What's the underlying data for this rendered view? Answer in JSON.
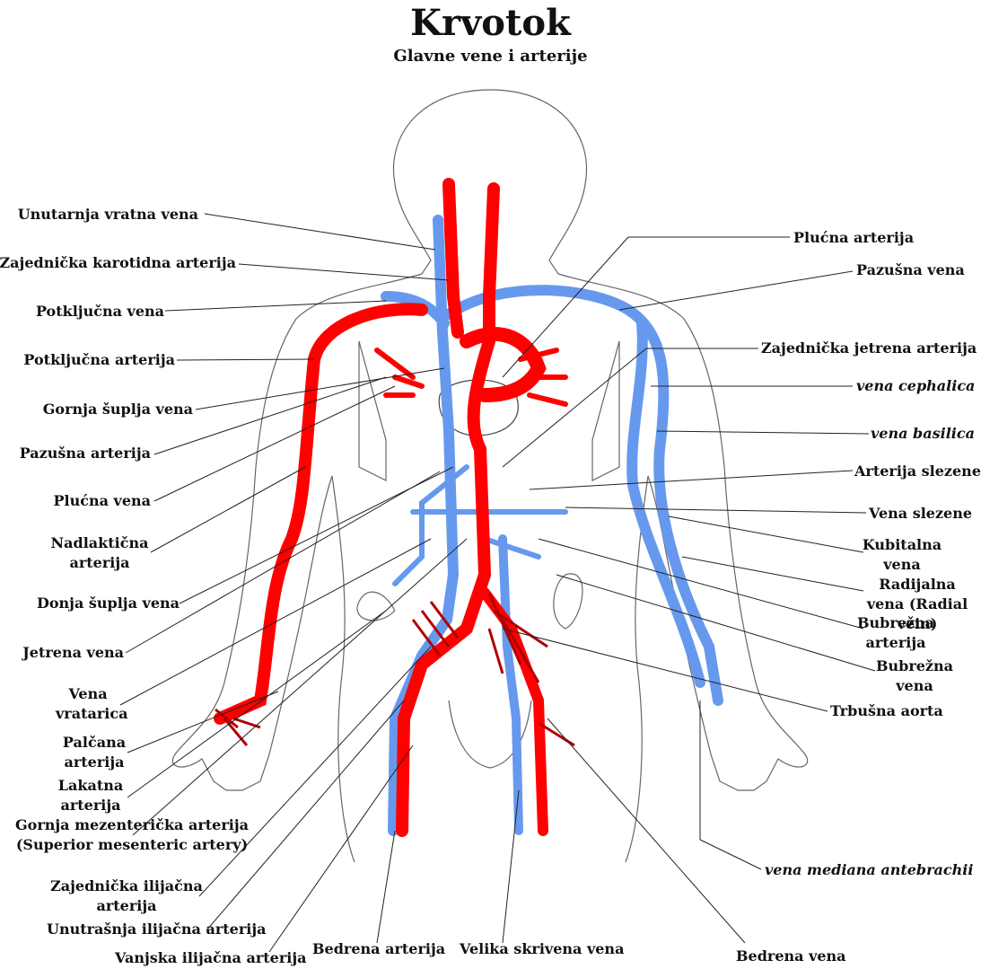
{
  "title": "Krvotok",
  "subtitle": "Glavne vene i arterije",
  "colors": {
    "artery": "#ff0000",
    "vein": "#6699ee",
    "dark_artery": "#b00000",
    "outline": "#555555"
  },
  "labels_left": [
    "Unutarnja vratna vena",
    "Zajednička karotidna arterija",
    "Potključna vena",
    "Potključna arterija",
    "Gornja šuplja vena",
    "Pazušna arterija",
    "Plućna vena",
    "Nadlaktična arterija",
    "Donja šuplja vena",
    "Jetrena vena",
    "Vena vratarica",
    "Palčana arterija",
    "Lakatna arterija",
    "Gornja mezenterička arterija (Superior mesenteric artery)",
    "Zajednička ilijačna arterija",
    "Unutrašnja ilijačna arterija",
    "Vanjska ilijačna arterija"
  ],
  "labels_right": [
    "Plućna arterija",
    "Pazušna vena",
    "Zajednička jetrena arterija",
    "vena cephalica",
    "vena basilica",
    "Arterija slezene",
    "Vena slezene",
    "Kubitalna vena",
    "Radijalna vena (Radial vein)",
    "Bubrežna arterija",
    "Bubrežna vena",
    "Trbušna aorta",
    "vena mediana antebrachii"
  ],
  "labels_bottom": [
    "Bedrena arterija",
    "Velika skrivena vena",
    "Bedrena vena"
  ]
}
